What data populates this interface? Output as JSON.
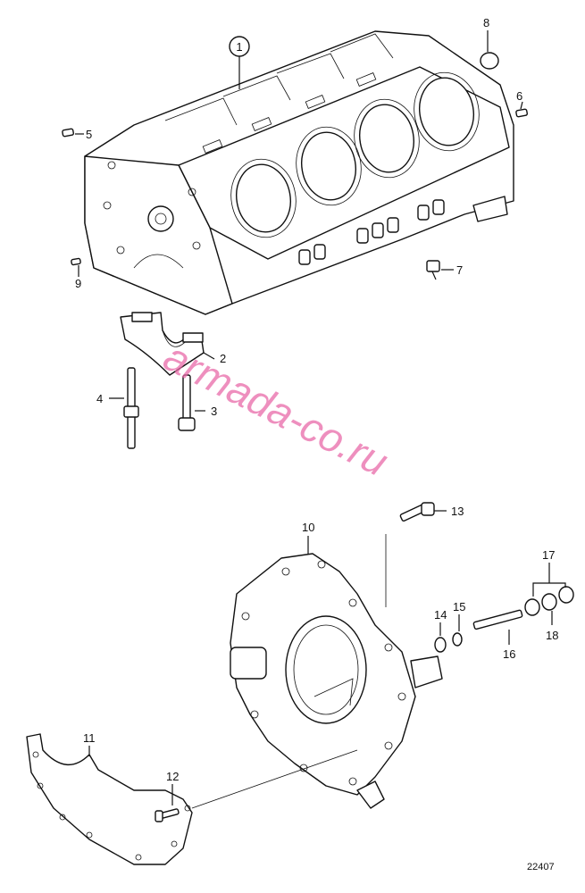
{
  "diagram": {
    "figure_number": "22407",
    "watermark": "armada-co.ru",
    "callouts": [
      {
        "id": "1",
        "text": "1",
        "part": "cylinder-block"
      },
      {
        "id": "2",
        "text": "2",
        "part": "main-bearing-cap"
      },
      {
        "id": "3",
        "text": "3",
        "part": "cap-bolt"
      },
      {
        "id": "4",
        "text": "4",
        "part": "stud"
      },
      {
        "id": "5",
        "text": "5",
        "part": "dowel-pin"
      },
      {
        "id": "6",
        "text": "6",
        "part": "dowel-pin"
      },
      {
        "id": "7",
        "text": "7",
        "part": "plug"
      },
      {
        "id": "8",
        "text": "8",
        "part": "expansion-plug"
      },
      {
        "id": "9",
        "text": "9",
        "part": "pin"
      },
      {
        "id": "10",
        "text": "10",
        "part": "flywheel-housing"
      },
      {
        "id": "11",
        "text": "11",
        "part": "cover-plate"
      },
      {
        "id": "12",
        "text": "12",
        "part": "screw"
      },
      {
        "id": "13",
        "text": "13",
        "part": "bolt"
      },
      {
        "id": "14",
        "text": "14",
        "part": "washer"
      },
      {
        "id": "15",
        "text": "15",
        "part": "washer"
      },
      {
        "id": "16",
        "text": "16",
        "part": "stud"
      },
      {
        "id": "17",
        "text": "17",
        "part": "nut-group"
      },
      {
        "id": "18",
        "text": "18",
        "part": "nut"
      }
    ]
  }
}
